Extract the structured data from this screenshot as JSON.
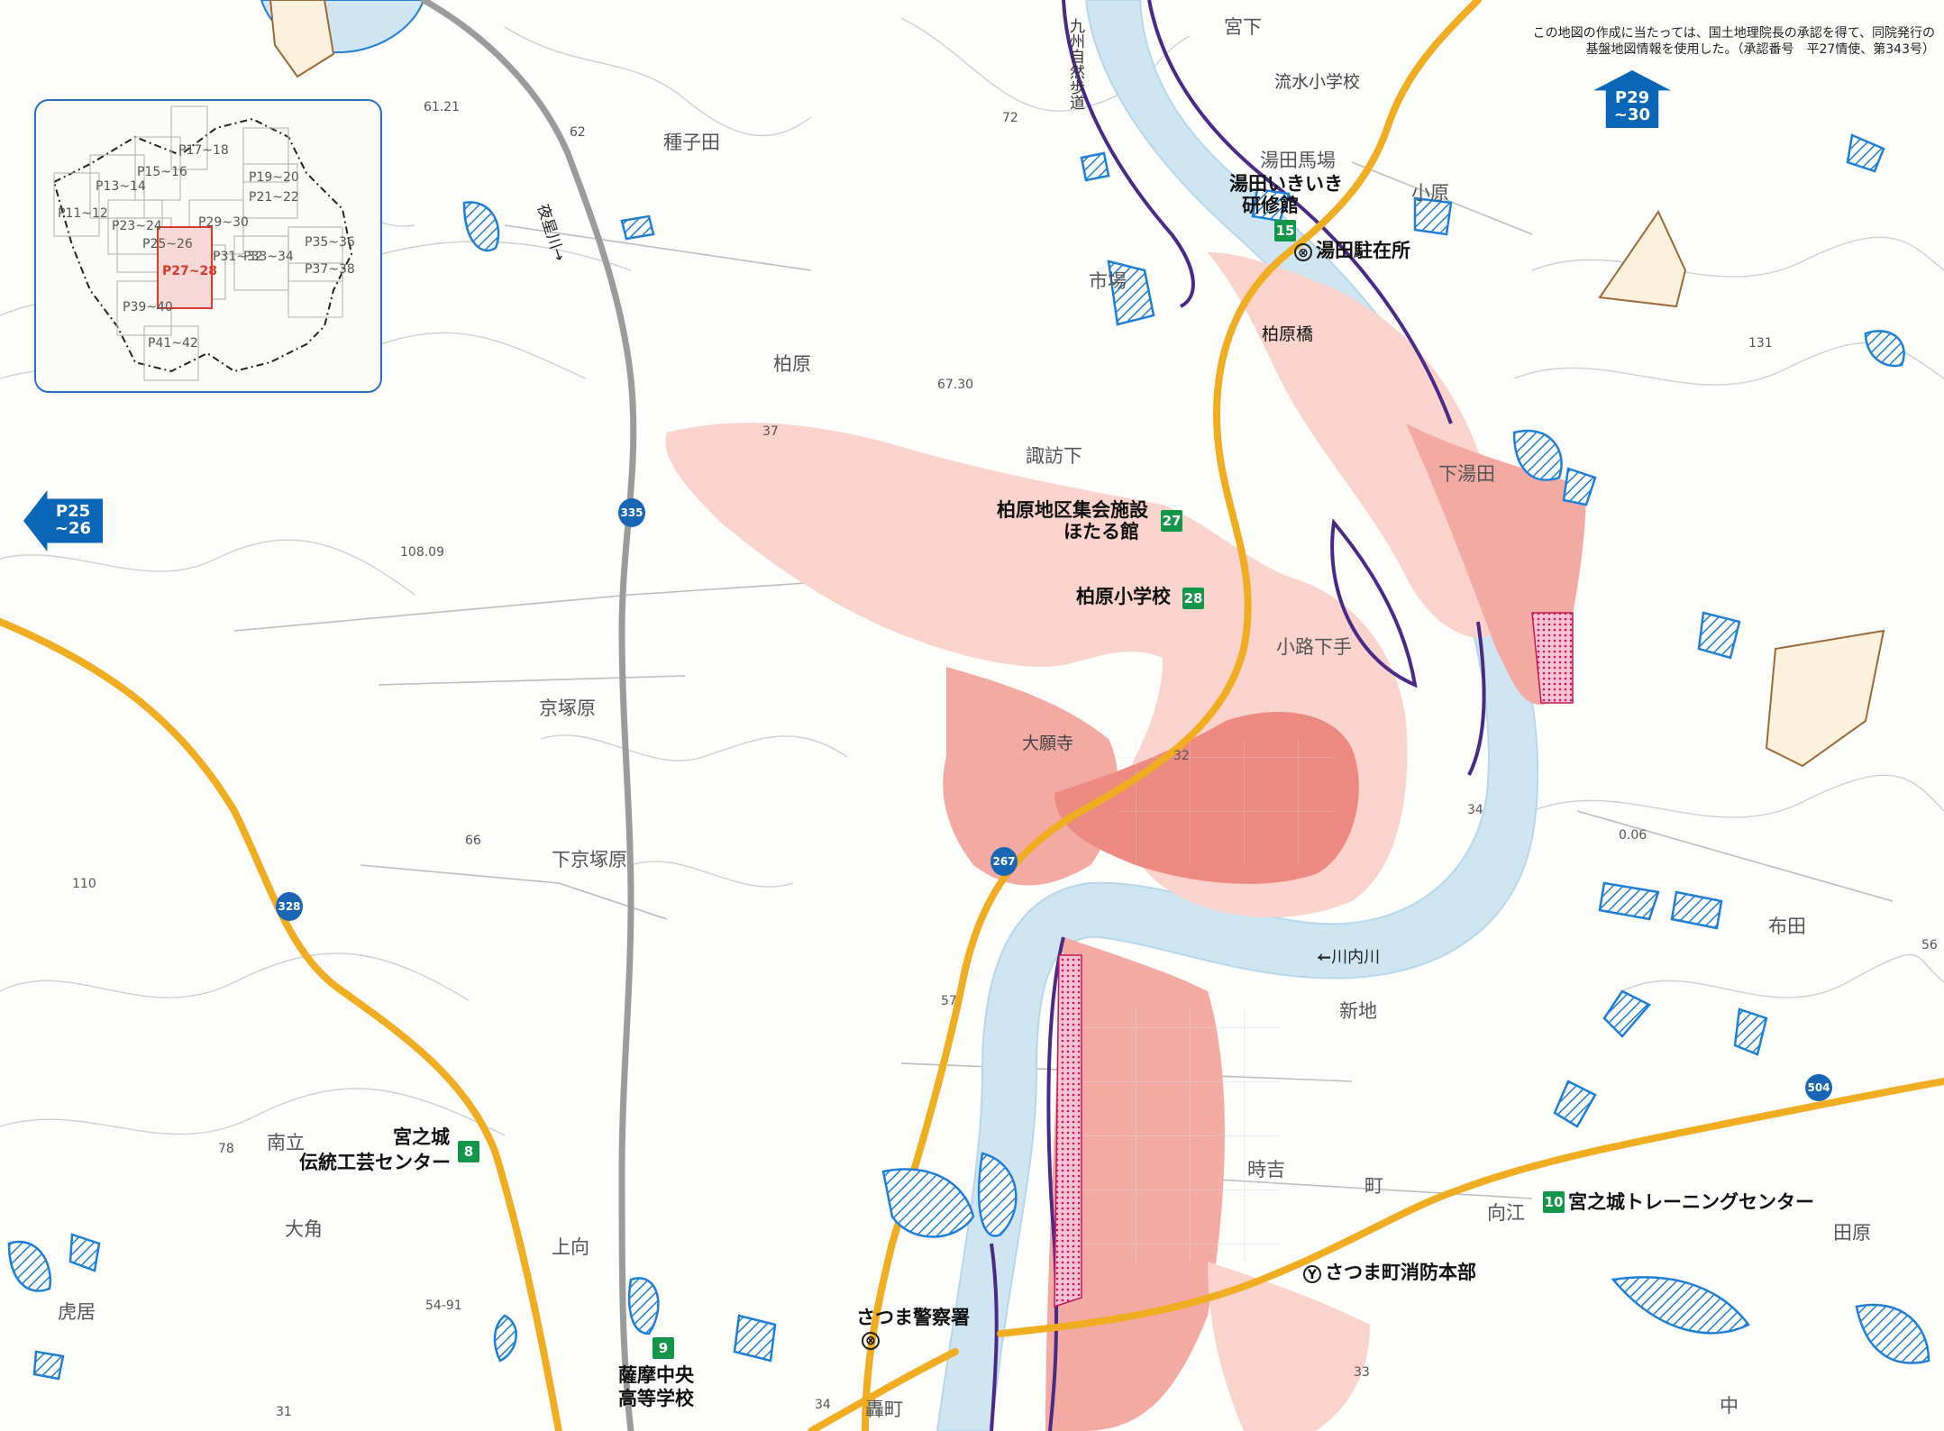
{
  "credit": {
    "line1": "この地図の作成に当たっては、国土地理院長の承認を得て、同院発行の",
    "line2": "基盤地図情報を使用した。（承認番号　平27情使、第343号）"
  },
  "page_links": [
    {
      "label_top": "P29",
      "label_bottom": "~30"
    },
    {
      "label_top": "P25",
      "label_bottom": "~26"
    }
  ],
  "inset": {
    "pages": [
      "P17~18",
      "P15~16",
      "P19~20",
      "P13~14",
      "P21~22",
      "P11~12",
      "P23~24",
      "P29~30",
      "P25~26",
      "P31~32",
      "P33~34",
      "P35~36",
      "P37~38",
      "P39~40",
      "P41~42"
    ],
    "current": "P27~28"
  },
  "place_labels": [
    "宮下",
    "流水小学校",
    "種子田",
    "湯田馬場",
    "小原",
    "市場",
    "柏原橋",
    "柏原",
    "諏訪下",
    "下湯田",
    "京塚原",
    "小路下手",
    "大願寺",
    "下京塚原",
    "布田",
    "新地",
    "南立",
    "時吉",
    "町",
    "向江",
    "田原",
    "大角",
    "上向",
    "虎居",
    "轟町",
    "中"
  ],
  "spot_heights": [
    "61.21",
    "62",
    "72",
    "67.30",
    "37",
    "108.09",
    "131",
    "32",
    "34",
    "66",
    "110",
    "0.06",
    "57",
    "56",
    "78",
    "54-91",
    "31",
    "34",
    "33"
  ],
  "river_labels": {
    "yahoshi": "夜星川→",
    "sendai": "←川内川",
    "kyushu_trail": "九州自然歩道"
  },
  "route_shields": [
    "335",
    "267",
    "328",
    "504"
  ],
  "shelters": [
    {
      "no": "15",
      "name": "湯田いきいき研修館"
    },
    {
      "no": "27",
      "name": "柏原地区集会施設ほたる館"
    },
    {
      "no": "28",
      "name": "柏原小学校"
    },
    {
      "no": "8",
      "name": "宮之城伝統工芸センター"
    },
    {
      "no": "10",
      "name": "宮之城トレーニングセンター"
    },
    {
      "no": "9",
      "name": "薩摩中央高等学校"
    }
  ],
  "shelter_lines": {
    "s15a": "湯田いきいき",
    "s15b": "研修館",
    "s27a": "柏原地区集会施設",
    "s27b": "ほたる館",
    "s8a": "宮之城",
    "s8b": "伝統工芸センター",
    "s9a": "薩摩中央",
    "s9b": "高等学校"
  },
  "police": [
    {
      "name": "湯田駐在所"
    },
    {
      "name": "さつま警察署"
    }
  ],
  "fire": {
    "name": "さつま町消防本部"
  },
  "colors": {
    "river": "#cfe6f2",
    "flood_light": "#f9d3cc",
    "flood_mid": "#f3aaa3",
    "flood_deep": "#ec8a82",
    "road": "#f0ad22",
    "road_grey": "#9b9b9b",
    "dike": "#4b2a87",
    "landslide": "#1f7ed6",
    "shelter": "#13964a",
    "page_badge": "#0a67b8"
  }
}
